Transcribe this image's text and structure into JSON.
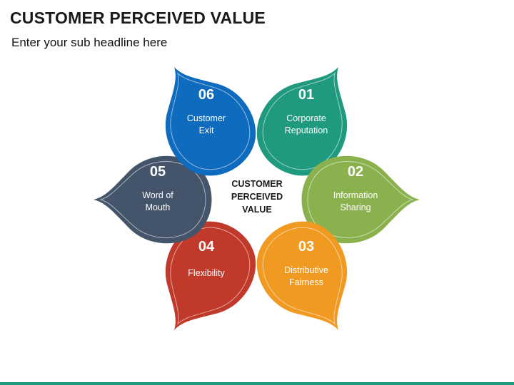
{
  "title": "CUSTOMER PERCEIVED VALUE",
  "subtitle": "Enter your sub headline here",
  "center": {
    "lines": [
      "CUSTOMER",
      "PERCEIVED",
      "VALUE"
    ]
  },
  "petals": [
    {
      "id": "01",
      "number": "01",
      "lines": [
        "Corporate",
        "Reputation"
      ],
      "color": "#1f9a7f"
    },
    {
      "id": "02",
      "number": "02",
      "lines": [
        "Information",
        "Sharing"
      ],
      "color": "#8bb04e"
    },
    {
      "id": "03",
      "number": "03",
      "lines": [
        "Distributive",
        "Fairness"
      ],
      "color": "#f09a22"
    },
    {
      "id": "04",
      "number": "04",
      "lines": [
        "Flexibility"
      ],
      "color": "#c0392b"
    },
    {
      "id": "05",
      "number": "05",
      "lines": [
        "Word of",
        "Mouth"
      ],
      "color": "#44546a"
    },
    {
      "id": "06",
      "number": "06",
      "lines": [
        "Customer",
        "Exit"
      ],
      "color": "#0f6bbd"
    }
  ],
  "footer_color": "#1f9a7f"
}
